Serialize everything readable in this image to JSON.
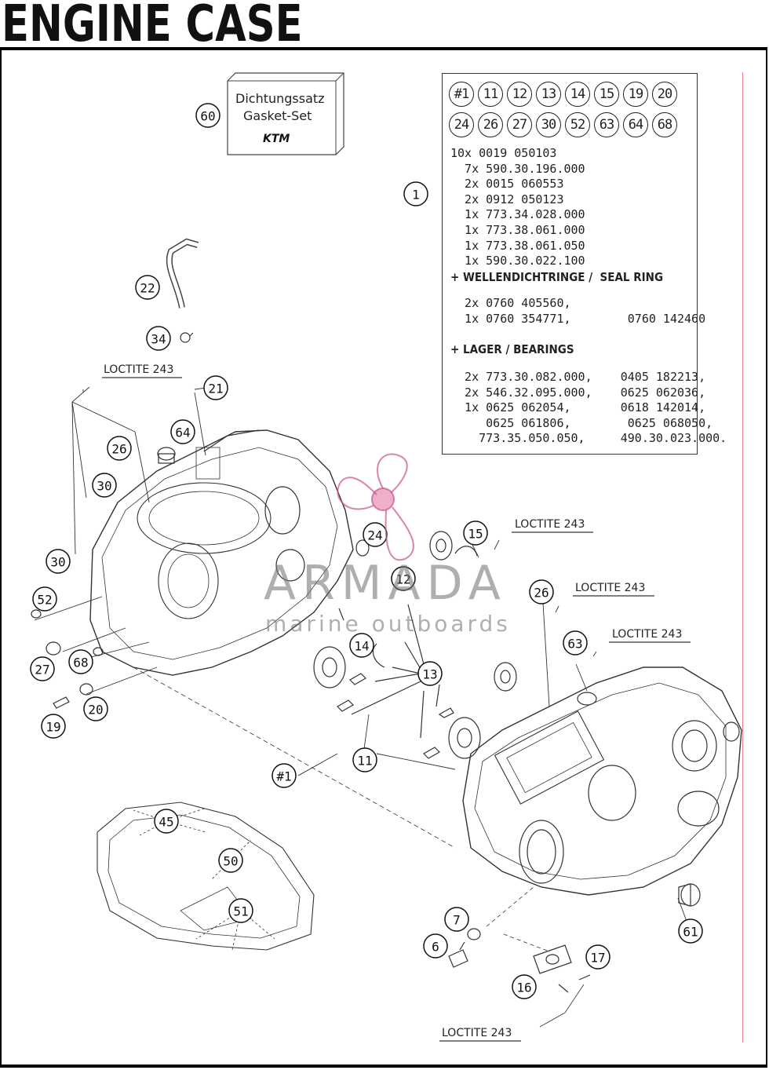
{
  "page_title": "ENGINE CASE",
  "gasket_set": {
    "line1": "Dichtungssatz",
    "line2": "Gasket-Set",
    "logo": "KTM"
  },
  "parts_box": {
    "row1": [
      "#1",
      "11",
      "12",
      "13",
      "14",
      "15",
      "19",
      "20"
    ],
    "row2": [
      "24",
      "26",
      "27",
      "30",
      "52",
      "63",
      "64",
      "68"
    ],
    "lines": [
      "10x 0019 050103",
      "  7x 590.30.196.000",
      "  2x 0015 060553",
      "  2x 0912 050123",
      "  1x 773.34.028.000",
      "  1x 773.38.061.000",
      "  1x 773.38.061.050",
      "  1x 590.30.022.100"
    ],
    "seal_header": "+ WELLENDICHTRINGE /  SEAL RING",
    "seal_lines": [
      "  2x 0760 405560,",
      "  1x 0760 354771,        0760 142460"
    ],
    "bearing_header": "+ LAGER / BEARINGS",
    "bearing_lines": [
      "  2x 773.30.082.000,    0405 182213,",
      "  2x 546.32.095.000,    0625 062036,",
      "  1x 0625 062054,       0618 142014,",
      "     0625 061806,        0625 068050,",
      "    773.35.050.050,     490.30.023.000."
    ]
  },
  "loctite_labels": [
    "LOCTITE 243",
    "LOCTITE 243",
    "LOCTITE 243",
    "LOCTITE 243",
    "LOCTITE 243"
  ],
  "callouts": [
    "60",
    "1",
    "22",
    "34",
    "21",
    "64",
    "26",
    "30",
    "30",
    "52",
    "27",
    "68",
    "19",
    "20",
    "24",
    "15",
    "12",
    "14",
    "13",
    "11",
    "26",
    "63",
    "#1",
    "45",
    "50",
    "51",
    "7",
    "6",
    "16",
    "17",
    "61"
  ],
  "watermark": {
    "brand": "ARMADA",
    "tagline": "marine outboards"
  }
}
